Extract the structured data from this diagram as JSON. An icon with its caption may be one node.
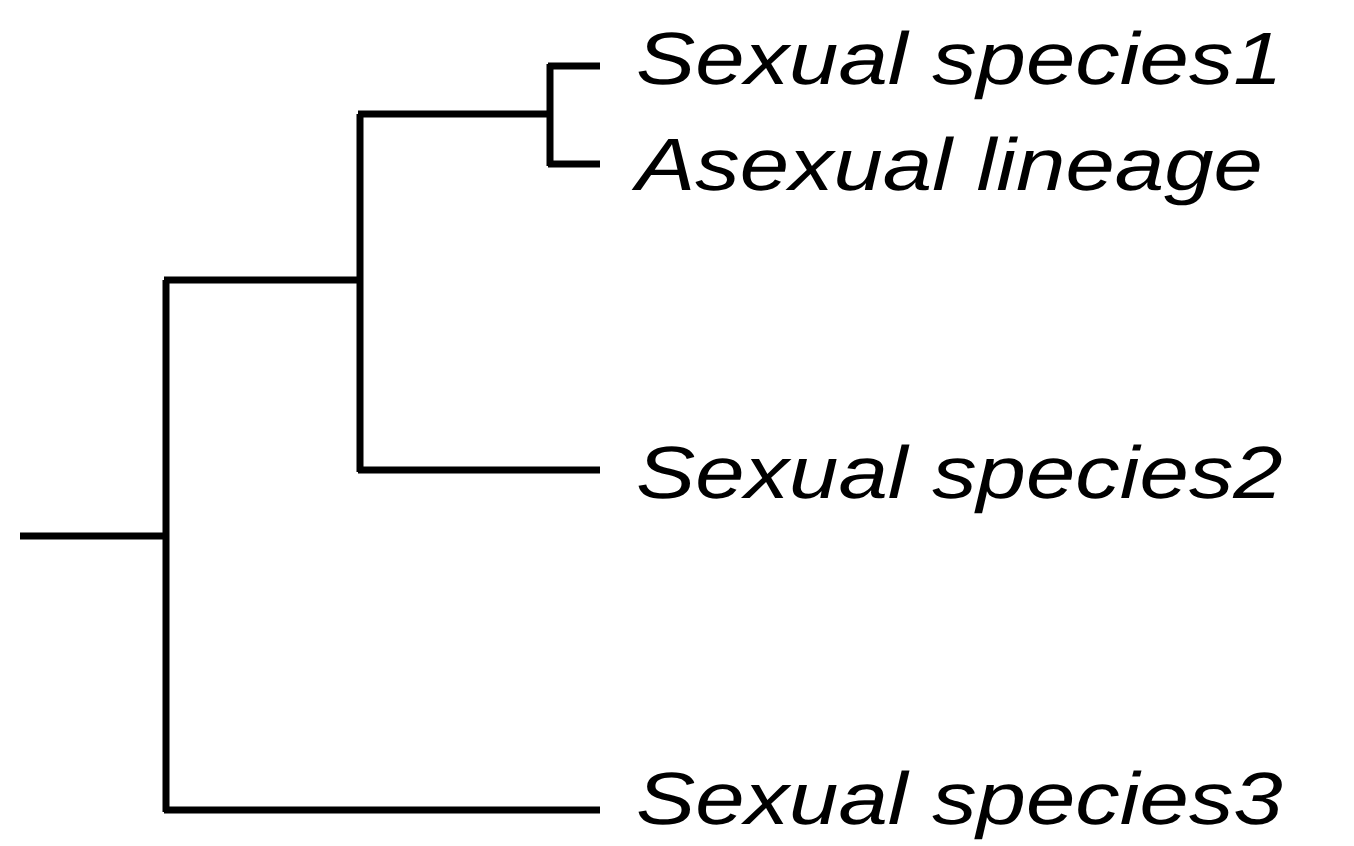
{
  "diagram": {
    "labels": [
      "Sexual species1",
      "Asexual lineage",
      "Sexual species2",
      "Sexual species3"
    ]
  }
}
